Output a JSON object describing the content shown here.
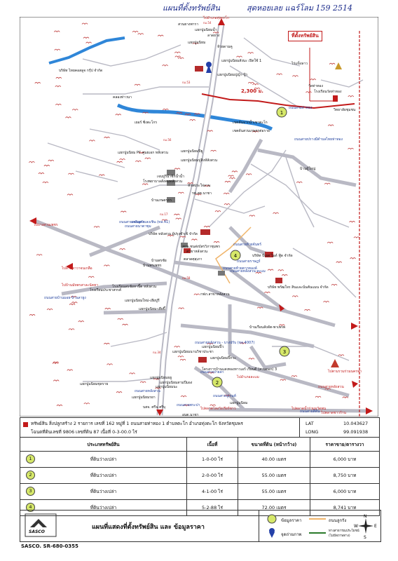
{
  "header": {
    "left": "แผนที่ตั้งทรัพย์สิน",
    "right": "สุดหอยเลย แฉร์โลม 159 2514"
  },
  "map": {
    "subject_label": "ที่ตั้งทรัพย์สิน",
    "distance": "2,300 ม.",
    "labels": [
      {
        "t": "ไปอำเภอทุ่งตะโก",
        "c": "red"
      },
      {
        "t": "สวนยางพารา",
        "c": ""
      },
      {
        "t": "แยกปูมนิยมน้ำ",
        "c": ""
      },
      {
        "t": "ลาดยาง",
        "c": ""
      },
      {
        "t": "แยกปูมนิยม",
        "c": ""
      },
      {
        "t": "ห้วยดามคู",
        "c": ""
      },
      {
        "t": "บริษัท ไทยคอสลูจ กรุ๊ป จำกัด",
        "c": ""
      },
      {
        "t": "แยกปูมนิยมสังนะ เปิดใช้ 1",
        "c": ""
      },
      {
        "t": "แยกปูมนิยมปูญ้า-ปู้า",
        "c": ""
      },
      {
        "t": "คลองท่าวนา",
        "c": ""
      },
      {
        "t": "เยอร์ ซิ่งตะโกร",
        "c": ""
      },
      {
        "t": "เขตต้นจากน้ำเขาตะโก",
        "c": ""
      },
      {
        "t": "เขตด้นสวนเกษตรต่อราย",
        "c": ""
      },
      {
        "t": "ไร่แข็งลาว",
        "c": ""
      },
      {
        "t": "วัดท่าทอง",
        "c": ""
      },
      {
        "t": "โรงเรียนวัดท่าทอง",
        "c": ""
      },
      {
        "t": "วิทยาลัยชุมชน",
        "c": ""
      },
      {
        "t": "ถนนสายท่าทอง",
        "c": "blue"
      },
      {
        "t": "ถนนสายปรางมีตำบลไทยท่าทอง",
        "c": "blue"
      },
      {
        "t": "บ้านผู้ใหญ่",
        "c": ""
      },
      {
        "t": "ไปบางสวนเพชร",
        "c": "red"
      },
      {
        "t": "ถนนสายเจริญคำ",
        "c": "blue"
      },
      {
        "t": "ถนนสายนาตาชุม",
        "c": "blue"
      },
      {
        "t": "ไปลาดพาวาจนเกลือ",
        "c": "red"
      },
      {
        "t": "ไปบ้านมัทตรสาละนัคทา",
        "c": "red"
      },
      {
        "t": "ถนนสายบ้านมอย-บ้านลายูง",
        "c": "blue"
      },
      {
        "t": "ถนนสายเลงเชิน (ทล.41)",
        "c": "blue"
      },
      {
        "t": "ถนนสายห้วยตากทองค์",
        "c": "blue"
      },
      {
        "t": "ถนนสายห้วยจันทร์",
        "c": "blue"
      },
      {
        "t": "แยกปูมนิยม PC ศูนยเอก ทสังสวน",
        "c": ""
      },
      {
        "t": "แยกปูมนิยมปิยู",
        "c": ""
      },
      {
        "t": "แยกปูมนิยมปูสิงห์สังสวน",
        "c": ""
      },
      {
        "t": "เจนปูรีนำชิกน้ำน้ำ",
        "c": ""
      },
      {
        "t": "โรงพยาบาลสังคมทสังสวน",
        "c": ""
      },
      {
        "t": "ห้วยประใจ่อาน",
        "c": ""
      },
      {
        "t": "รพ.สต.นาชา",
        "c": ""
      },
      {
        "t": "บ้านเกษตรกร",
        "c": ""
      },
      {
        "t": "บริษัท หลังสวน ผู้ปรุงชำเข้ จำกัด",
        "c": ""
      },
      {
        "t": "สถน.ชนส่งบัสรวิภาชุมพร",
        "c": ""
      },
      {
        "t": "สาขาหลังสวน",
        "c": ""
      },
      {
        "t": "บริษัท บีเอส ไมด์ ฟู้ด จำกัด",
        "c": ""
      },
      {
        "t": "ถนนสายราษฎร์",
        "c": "blue"
      },
      {
        "t": "ถนนสายหลังสวน-ละแม",
        "c": "blue"
      },
      {
        "t": "ตลาดศุสุเภา",
        "c": ""
      },
      {
        "t": "บ้านพรชัย",
        "c": ""
      },
      {
        "t": "บ้านพรเพชร",
        "c": ""
      },
      {
        "t": "บริษัท พรัฒใจร สินและนั่นตันแมน จำกัด",
        "c": ""
      },
      {
        "t": "โรงเรียนประชาสรรค์",
        "c": ""
      },
      {
        "t": "โรงเรียนพรชัยหาปิ๊ต หลังสวน",
        "c": ""
      },
      {
        "t": "แยกปูมนิยมใหม่-เฮียปูรี",
        "c": ""
      },
      {
        "t": "แยกปูมนิยม-เฮียปิ๊",
        "c": ""
      },
      {
        "t": "กฟภ.สาขาหลังสวน",
        "c": ""
      },
      {
        "t": "บ้านเรือนสังดัต-พาเพรพ",
        "c": ""
      },
      {
        "t": "ถนนสายหลังสวน - บางปรับ (ทล.4007)",
        "c": "blue"
      },
      {
        "t": "แยกปูมนิยมปิ้ว",
        "c": ""
      },
      {
        "t": "แยกปูมนิยมนานวิชาประชา",
        "c": ""
      },
      {
        "t": "แยกปูมนิยมยยู",
        "c": ""
      },
      {
        "t": "แยกปูมนิยมสามปีมอง",
        "c": ""
      },
      {
        "t": "แยกปูมนิยมนะ",
        "c": ""
      },
      {
        "t": "แยกปูมนิยมรยา",
        "c": ""
      },
      {
        "t": "โครงการบ้านแสงทองทาวเอร์ เรียนดี (สวนดอก) 3",
        "c": ""
      },
      {
        "t": "แยกปูมนิยมปิ๊กวะ",
        "c": ""
      },
      {
        "t": "แยกปูมนิยมชุดราย",
        "c": ""
      },
      {
        "t": "ถนนสายหลังสวน",
        "c": "blue"
      },
      {
        "t": "ถนนสายปูเรนท์",
        "c": "blue"
      },
      {
        "t": "ถนนสายปายดา",
        "c": "blue"
      },
      {
        "t": "ไปอำเภอละแม",
        "c": "red"
      },
      {
        "t": "แยกปูมนิยม",
        "c": ""
      },
      {
        "t": "บสจ. ศรีน ศรีบุ",
        "c": ""
      },
      {
        "t": "ถนนสายพระปา",
        "c": "blue"
      },
      {
        "t": "ไปตลาดโลงวังเรียร์ขาว",
        "c": "red"
      },
      {
        "t": "ถนนสายสีตัน",
        "c": "blue"
      },
      {
        "t": "อบต.นาชา",
        "c": ""
      },
      {
        "t": "ไปตามรวมร่วมนครท่า",
        "c": "red"
      },
      {
        "t": "ถนนสายหลังสวน",
        "c": "red"
      },
      {
        "t": "ไปตลาดน้ำร่วมมวัดพน",
        "c": "red"
      },
      {
        "t": "ไปตลาดชาวร้าน",
        "c": "red"
      }
    ]
  },
  "property": {
    "line1": "ทรัพย์สิน สิ่งปลูกสร้าง 2 รายการ เลขที่ 162 หมู่ที่ 1 ถนนสายท่าทอง 1 ตำบลตะโก อำเภอทุ่งตะโก จังหวัดชุมพร",
    "line2": "โฉนดที่ดินเลขที่ 9806 เลขที่ดิน 87 เนื้อที่ 0-3-00.0 ไร่",
    "bold_prefix": "ทรัพย์สิน",
    "lat_label": "LAT",
    "lat": "10.043627",
    "long_label": "LONG",
    "long": "99.091938"
  },
  "table": {
    "headers": [
      "ประเภททรัพย์สิน",
      "เนื้อที่",
      "ขนาดที่ดิน (หน้ากว้าง)",
      "ราคาขาย/ตารางวา"
    ],
    "rows": [
      {
        "no": "1",
        "type": "ที่ดินว่างเปล่า",
        "area": "1-0-00 ไร่",
        "frontage": "40.00 เมตร",
        "price": "6,000 บาท"
      },
      {
        "no": "2",
        "type": "ที่ดินว่างเปล่า",
        "area": "2-0-00 ไร่",
        "frontage": "55.00 เมตร",
        "price": "8,750 บาท"
      },
      {
        "no": "3",
        "type": "ที่ดินว่างเปล่า",
        "area": "4-1-00 ไร่",
        "frontage": "55.00 เมตร",
        "price": "6,000 บาท"
      },
      {
        "no": "4",
        "type": "ที่ดินว่างเปล่า",
        "area": "5-2-88 ไร่",
        "frontage": "72.00 เมตร",
        "price": "8,741 บาท"
      }
    ]
  },
  "legend": {
    "title": "แผนที่แสดงที่ตั้งทรัพย์สิน และ ข้อมูลราคา",
    "logo_text": "SASCO",
    "market_data": "ข้อมูลราคา",
    "photo_point": "จุดถ่ายภาพ",
    "road_labeled": "ถนนลูกรัง",
    "road_unlabeled": "ทางสาธารณประโยชน์",
    "road_unlabeled2": "(ไม่มีสภาพทาง)",
    "compass_n": "N",
    "compass_s": "S",
    "compass_e": "E",
    "compass_w": "W"
  },
  "code": "SASCO. SR-680-0355",
  "colors": {
    "road_red": "#c21a1a",
    "river_blue": "#2f86d8",
    "road_gray": "#b9b9c4",
    "comp_green": "#d6e86a",
    "rail": "#c21a1a"
  }
}
